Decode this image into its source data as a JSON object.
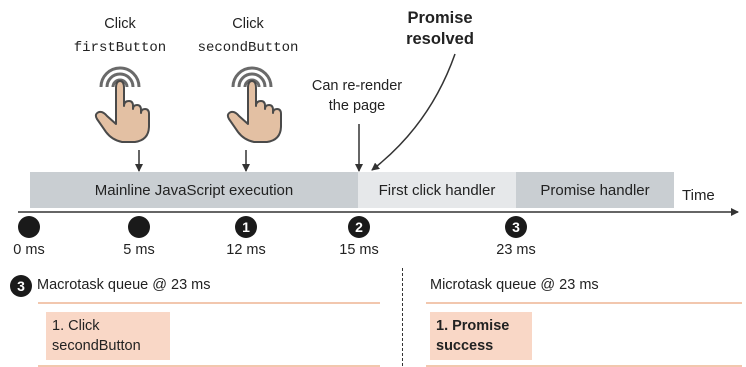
{
  "clicks": {
    "first": {
      "caption": "Click",
      "target": "firstButton"
    },
    "second": {
      "caption": "Click",
      "target": "secondButton"
    }
  },
  "rerender_note": {
    "line1": "Can re-render",
    "line2": "the page"
  },
  "promise_note": {
    "line1": "Promise",
    "line2": "resolved"
  },
  "timeline": {
    "segments": [
      {
        "label": "Mainline JavaScript execution",
        "color": "#c9ced2"
      },
      {
        "label": "First click handler",
        "color": "#e6e8ea"
      },
      {
        "label": "Promise handler",
        "color": "#c9ced2"
      }
    ],
    "axis_label": "Time",
    "ticks": [
      {
        "label": "0 ms",
        "marker": ""
      },
      {
        "label": "5 ms",
        "marker": ""
      },
      {
        "label": "12 ms",
        "marker": "1"
      },
      {
        "label": "15 ms",
        "marker": "2"
      },
      {
        "label": "23 ms",
        "marker": "3"
      }
    ]
  },
  "macrotask_queue": {
    "marker": "3",
    "title": "Macrotask queue @ 23 ms",
    "items": [
      {
        "line1": "1. Click",
        "line2": "secondButton"
      }
    ]
  },
  "microtask_queue": {
    "title": "Microtask queue @ 23 ms",
    "items": [
      {
        "line1": "1. Promise",
        "line2": "success"
      }
    ]
  },
  "colors": {
    "queue_item": "#f9d7c6",
    "queue_rule": "#f2c7ae",
    "marker": "#1a1a1a",
    "arrow": "#333333"
  }
}
